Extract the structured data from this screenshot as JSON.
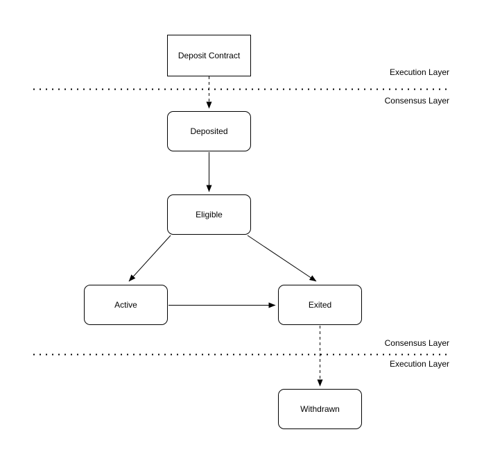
{
  "diagram": {
    "colors": {
      "stroke": "#000000",
      "node_fill": "#ffffff",
      "background": "#ffffff"
    },
    "nodes": [
      {
        "id": "deposit-contract",
        "label": "Deposit Contract",
        "shape": "rectangle"
      },
      {
        "id": "deposited",
        "label": "Deposited",
        "shape": "rounded"
      },
      {
        "id": "eligible",
        "label": "Eligible",
        "shape": "rounded"
      },
      {
        "id": "active",
        "label": "Active",
        "shape": "rounded"
      },
      {
        "id": "exited",
        "label": "Exited",
        "shape": "rounded"
      },
      {
        "id": "withdrawn",
        "label": "Withdrawn",
        "shape": "rounded"
      }
    ],
    "edges": [
      {
        "from": "deposit-contract",
        "to": "deposited",
        "style": "dashed"
      },
      {
        "from": "deposited",
        "to": "eligible",
        "style": "solid"
      },
      {
        "from": "eligible",
        "to": "active",
        "style": "solid"
      },
      {
        "from": "eligible",
        "to": "exited",
        "style": "solid"
      },
      {
        "from": "active",
        "to": "exited",
        "style": "solid"
      },
      {
        "from": "exited",
        "to": "withdrawn",
        "style": "dashed"
      }
    ],
    "dividers": [
      {
        "id": "top-divider",
        "style": "dotted",
        "label_above": "Execution Layer",
        "label_below": "Consensus Layer"
      },
      {
        "id": "bottom-divider",
        "style": "dotted",
        "label_above": "Consensus Layer",
        "label_below": "Execution Layer"
      }
    ]
  }
}
